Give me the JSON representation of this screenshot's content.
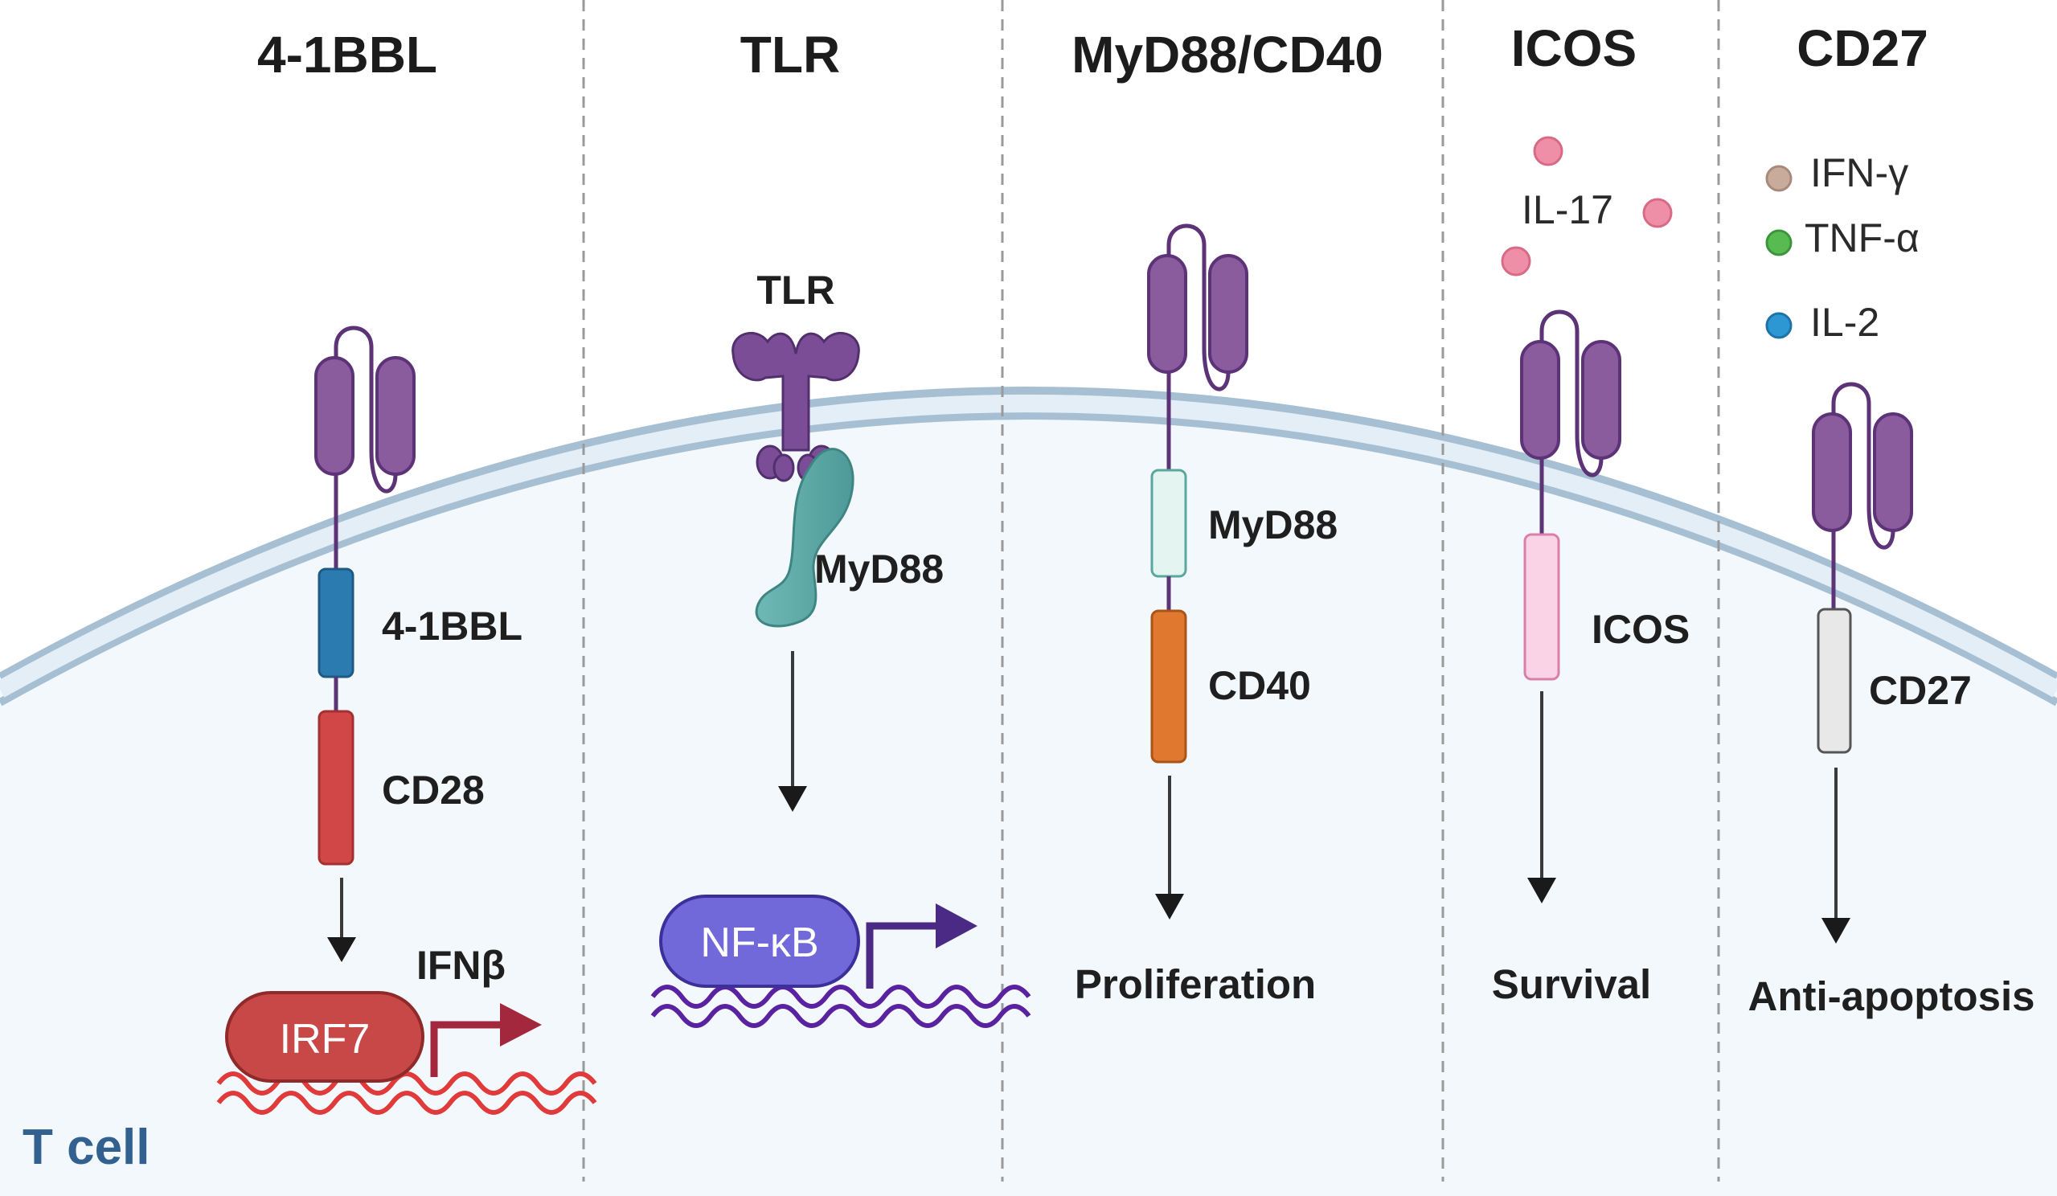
{
  "columns": [
    {
      "title": "4-1BBL"
    },
    {
      "title": "TLR"
    },
    {
      "title": "MyD88/CD40"
    },
    {
      "title": "ICOS"
    },
    {
      "title": "CD27"
    }
  ],
  "labels": {
    "col1_domain_top": "4-1BBL",
    "col1_domain_bottom": "CD28",
    "col1_tf": "IRF7",
    "col1_gene": "IFNβ",
    "col2_receptor": "TLR",
    "col2_adaptor": "MyD88",
    "col2_tf": "NF-κB",
    "col3_domain_top": "MyD88",
    "col3_domain_bottom": "CD40",
    "col3_outcome": "Proliferation",
    "col4_cytokine": "IL-17",
    "col4_domain": "ICOS",
    "col4_outcome": "Survival",
    "col5_cytokine_1": "IFN-γ",
    "col5_cytokine_2": "TNF-α",
    "col5_cytokine_3": "IL-2",
    "col5_domain": "CD27",
    "col5_outcome": "Anti-apoptosis",
    "cell": "T cell"
  },
  "colors": {
    "receptor_purple": "#8a5c9e",
    "receptor_outline": "#5c3377",
    "membrane": "#a7bfd3",
    "cytoplasm": "#f2f8fb",
    "domain_41bbl": "#2b7bb0",
    "domain_cd28": "#d14646",
    "domain_myd88": "#e4f4f1",
    "domain_cd40": "#e0782f",
    "domain_icos": "#fbd3e6",
    "domain_cd27": "#e8e8e8",
    "tf_irf7": "#c84848",
    "tf_nfkb": "#7169d9",
    "dna_red": "#e03a3a",
    "dna_purple": "#5a22a0",
    "myd88_teal": "#5ea8a6",
    "il17_pink": "#ef8fa7",
    "ifng_tan": "#c9ab9c",
    "tnfa_green": "#58bb52",
    "il2_blue": "#2d97d4",
    "cell_label": "#33618f"
  },
  "icons": [
    "receptor-icon",
    "tlr-receptor-icon",
    "myd88-adaptor-icon",
    "dna-helix-icon",
    "transcription-arrow-icon",
    "cytokine-dot-icon"
  ]
}
